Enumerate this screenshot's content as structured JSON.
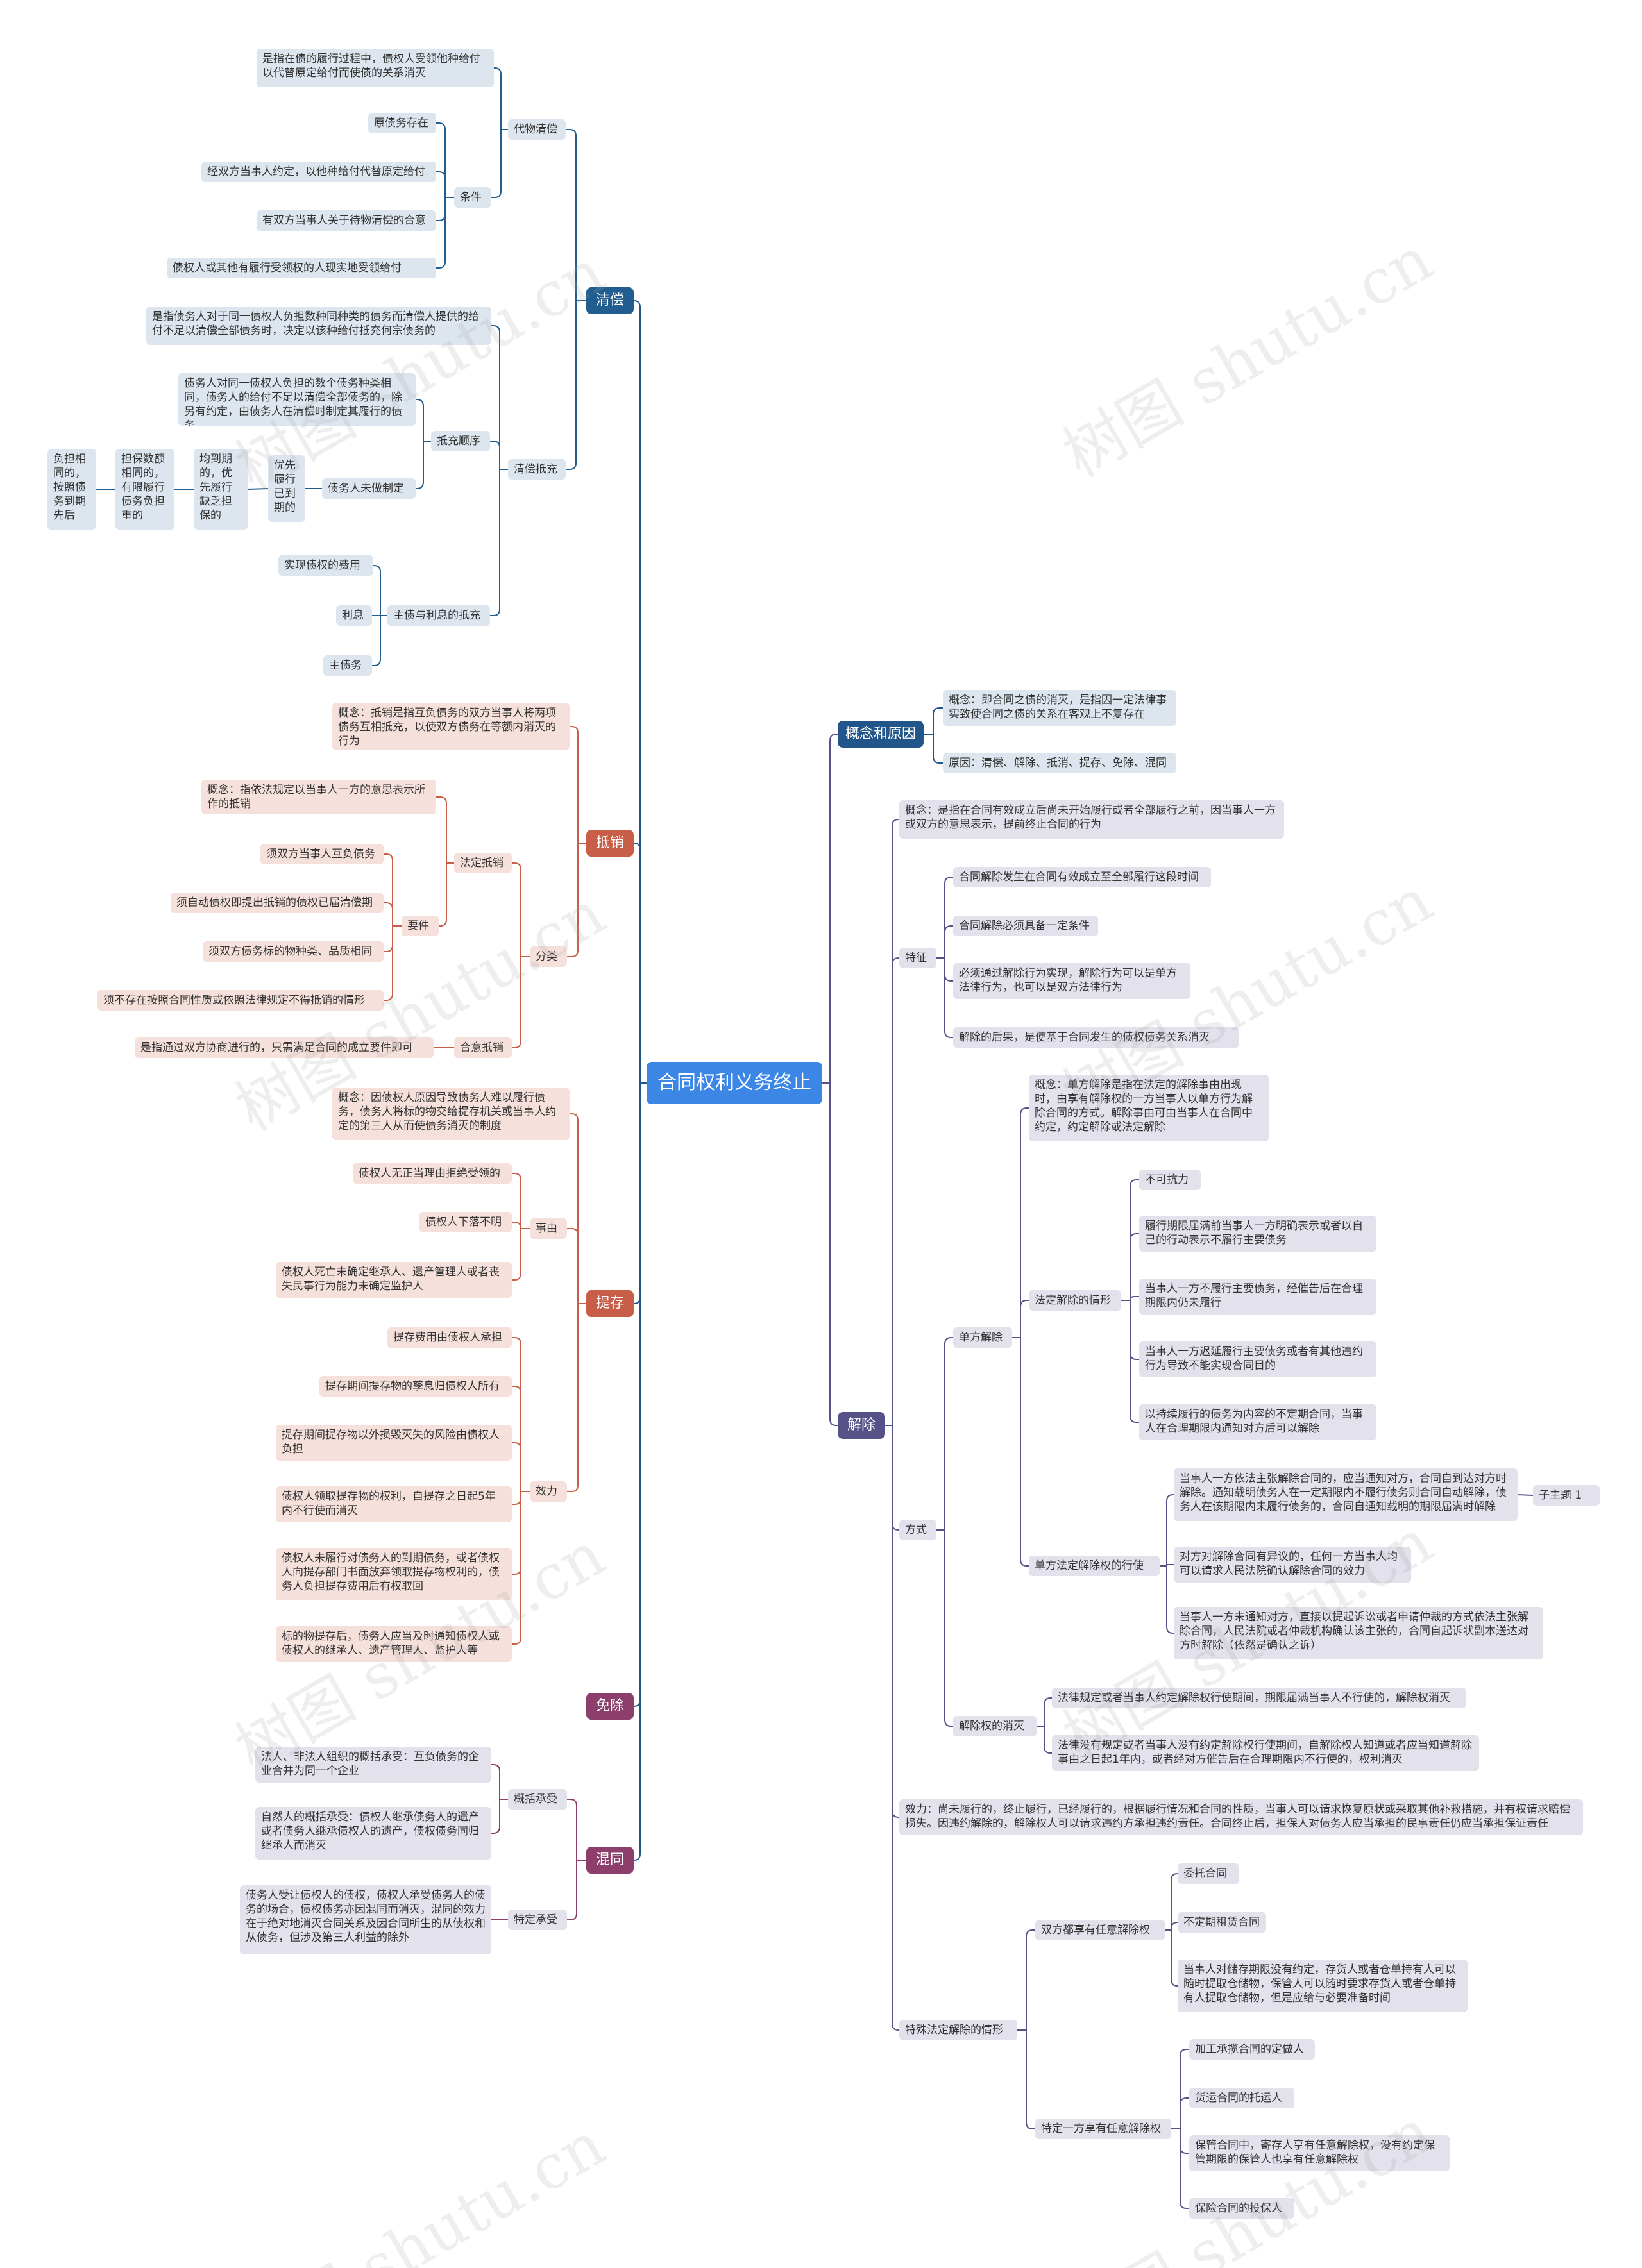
{
  "root": "合同权利义务终止",
  "left": {
    "qingchang": {
      "label": "清偿",
      "daiwu": {
        "label": "代物清偿",
        "concept": "是指在债的履行过程中，债权人受领他种给付以代替原定给付而使债的关系消灭",
        "cond_label": "条件",
        "conds": [
          "原债务存在",
          "经双方当事人约定，以他种给付代替原定给付",
          "有双方当事人关于待物清偿的合意",
          "债权人或其他有履行受领权的人现实地受领给付"
        ]
      },
      "dichong": {
        "label": "清偿抵充",
        "concept": "是指债务人对于同一债权人负担数种同种类的债务而清偿人提供的给付不足以清偿全部债务时，决定以该种给付抵充何宗债务的",
        "order_label": "抵充顺序",
        "order1": "债务人对同一债权人负担的数个债务种类相同，债务人的给付不足以清偿全部债务的，除另有约定，由债务人在清偿时制定其履行的债务",
        "unspec_label": "债务人未做制定",
        "chain": [
          "优先履行已到期的",
          "均到期的，优先履行缺乏担保的",
          "担保数额相同的，有限履行债务负担重的",
          "负担相同的，按照债务到期先后"
        ],
        "principal_label": "主债与利息的抵充",
        "principal_items": [
          "实现债权的费用",
          "利息",
          "主债务"
        ]
      }
    },
    "dixiao": {
      "label": "抵销",
      "concept": "概念：抵销是指互负债务的双方当事人将两项债务互相抵充，以使双方债务在等额内消灭的行为",
      "class_label": "分类",
      "fading": {
        "label": "法定抵销",
        "concept": "概念：指依法规定以当事人一方的意思表示所作的抵销",
        "req_label": "要件",
        "reqs": [
          "须双方当事人互负债务",
          "须自动债权即提出抵销的债权已届清偿期",
          "须双方债务标的物种类、品质相同",
          "须不存在按照合同性质或依照法律规定不得抵销的情形"
        ]
      },
      "heyi": {
        "label": "合意抵销",
        "desc": "是指通过双方协商进行的，只需满足合同的成立要件即可"
      }
    },
    "tidu": {
      "label": "提存",
      "concept": "概念：因债权人原因导致债务人难以履行债务，债务人将标的物交给提存机关或当事人约定的第三人从而使债务消灭的制度",
      "reason_label": "事由",
      "reasons": [
        "债权人无正当理由拒绝受领的",
        "债权人下落不明",
        "债权人死亡未确定继承人、遗产管理人或者丧失民事行为能力未确定监护人"
      ],
      "effect_label": "效力",
      "effects": [
        "提存费用由债权人承担",
        "提存期间提存物的孳息归债权人所有",
        "提存期间提存物以外损毁灭失的风险由债权人负担",
        "债权人领取提存物的权利，自提存之日起5年内不行使而消灭",
        "债权人未履行对债务人的到期债务，或者债权人向提存部门书面放弃领取提存物权利的，债务人负担提存费用后有权取回",
        "标的物提存后，债务人应当及时通知债权人或债权人的继承人、遗产管理人、监护人等"
      ]
    },
    "mianchu": {
      "label": "免除"
    },
    "huntong": {
      "label": "混同",
      "gaikuo_label": "概括承受",
      "gaikuo": [
        "法人、非法人组织的概括承受：互负债务的企业合并为同一个企业",
        "自然人的概括承受：债权人继承债务人的遗产或者债务人继承债权人的遗产，债权债务同归继承人而消灭"
      ],
      "teding_label": "特定承受",
      "teding": "债务人受让债权人的债权，债权人承受债务人的债务的场合，债权债务亦因混同而消灭，混同的效力在于绝对地消灭合同关系及因合同所生的从债权和从债务，但涉及第三人利益的除外"
    }
  },
  "right": {
    "concept": {
      "label": "概念和原因",
      "items": [
        "概念：即合同之债的消灭，是指因一定法律事实致使合同之债的关系在客观上不复存在",
        "原因：清偿、解除、抵消、提存、免除、混同"
      ]
    },
    "jiechu": {
      "label": "解除",
      "concept": "概念：是指在合同有效成立后尚未开始履行或者全部履行之前，因当事人一方或双方的意思表示，提前终止合同的行为",
      "feature_label": "特征",
      "features": [
        "合同解除发生在合同有效成立至全部履行这段时间",
        "合同解除必须具备一定条件",
        "必须通过解除行为实现，解除行为可以是单方法律行为，也可以是双方法律行为",
        "解除的后果，是使基于合同发生的债权债务关系消灭"
      ],
      "method_label": "方式",
      "danfang": {
        "label": "单方解除",
        "concept": "概念：单方解除是指在法定的解除事由出现时，由享有解除权的一方当事人以单方行为解除合同的方式。解除事由可由当事人在合同中约定，约定解除或法定解除",
        "cases_label": "法定解除的情形",
        "cases": [
          "不可抗力",
          "履行期限届满前当事人一方明确表示或者以自己的行动表示不履行主要债务",
          "当事人一方不履行主要债务，经催告后在合理期限内仍未履行",
          "当事人一方迟延履行主要债务或者有其他违约行为导致不能实现合同目的",
          "以持续履行的债务为内容的不定期合同，当事人在合理期限内通知对方后可以解除"
        ],
        "exercise_label": "单方法定解除权的行使",
        "exercise": [
          "当事人一方依法主张解除合同的，应当通知对方，合同自到达对方时解除。通知载明债务人在一定期限内不履行债务则合同自动解除，债务人在该期限内未履行债务的，合同自通知载明的期限届满时解除",
          "对方对解除合同有异议的，任何一方当事人均可以请求人民法院确认解除合同的效力",
          "当事人一方未通知对方，直接以提起诉讼或者申请仲裁的方式依法主张解除合同，人民法院或者仲裁机构确认该主张的，合同自起诉状副本送达对方时解除（依然是确认之诉）"
        ],
        "subtopic": "子主题 1",
        "extinct_label": "解除权的消灭",
        "extinct": [
          "法律规定或者当事人约定解除权行使期间，期限届满当事人不行使的，解除权消灭",
          "法律没有规定或者当事人没有约定解除权行使期间，自解除权人知道或者应当知道解除事由之日起1年内，或者经对方催告后在合理期限内不行使的，权利消灭"
        ]
      },
      "effect": "效力：尚未履行的，终止履行，已经履行的，根据履行情况和合同的性质，当事人可以请求恢复原状或采取其他补救措施，并有权请求赔偿损失。因违约解除的，解除权人可以请求违约方承担违约责任。合同终止后，担保人对债务人应当承担的民事责任仍应当承担保证责任",
      "special_label": "特殊法定解除的情形",
      "both_label": "双方都享有任意解除权",
      "both": [
        "委托合同",
        "不定期租赁合同",
        "当事人对储存期限没有约定，存货人或者仓单持有人可以随时提取仓储物，保管人可以随时要求存货人或者仓单持有人提取仓储物，但是应给与必要准备时间"
      ],
      "one_label": "特定一方享有任意解除权",
      "one": [
        "加工承揽合同的定做人",
        "货运合同的托运人",
        "保管合同中，寄存人享有任意解除权，没有约定保管期限的保管人也享有任意解除权",
        "保险合同的投保人"
      ]
    }
  },
  "watermark": "树图 shutu.cn",
  "colors": {
    "blue": "#215e8f",
    "red": "#c85e47",
    "darkblue": "#22568a",
    "purple": "#565287",
    "magenta": "#8b3f6a",
    "root": "#3c86e6"
  }
}
